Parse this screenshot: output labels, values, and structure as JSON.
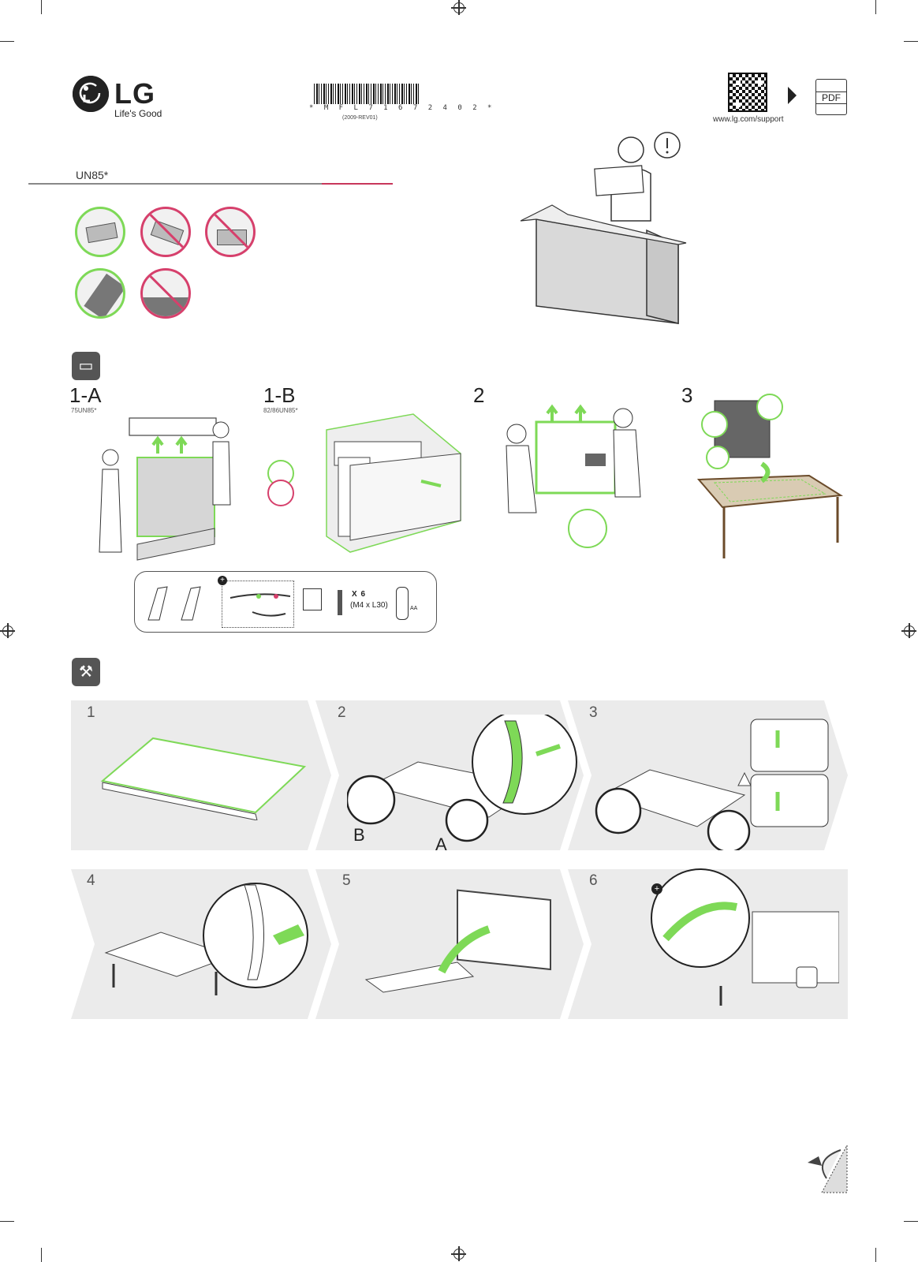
{
  "header": {
    "brand": "LG",
    "tagline": "Life's Good",
    "barcode_number": "* M F L 7 1 6 7 2 4 0 2 *",
    "barcode_revision": "(2009-REV01)",
    "support_url": "www.lg.com/support",
    "pdf_label": "PDF"
  },
  "model": "UN85*",
  "unpack": {
    "steps": [
      {
        "label": "1-A",
        "sub": "75UN85*"
      },
      {
        "label": "1-B",
        "sub": "82/86UN85*"
      },
      {
        "label": "2",
        "sub": ""
      },
      {
        "label": "3",
        "sub": ""
      }
    ],
    "accessories": {
      "screw_count": "X 6",
      "screw_size": "(M4 x L30)",
      "battery_label": "AA"
    }
  },
  "assembly": {
    "steps": [
      "1",
      "2",
      "3",
      "4",
      "5",
      "6"
    ],
    "stand_labels": {
      "b": "B",
      "a": "A"
    }
  },
  "colors": {
    "accent_green": "#7ed957",
    "warning_red": "#d6406c",
    "panel_gray": "#ebebeb"
  }
}
